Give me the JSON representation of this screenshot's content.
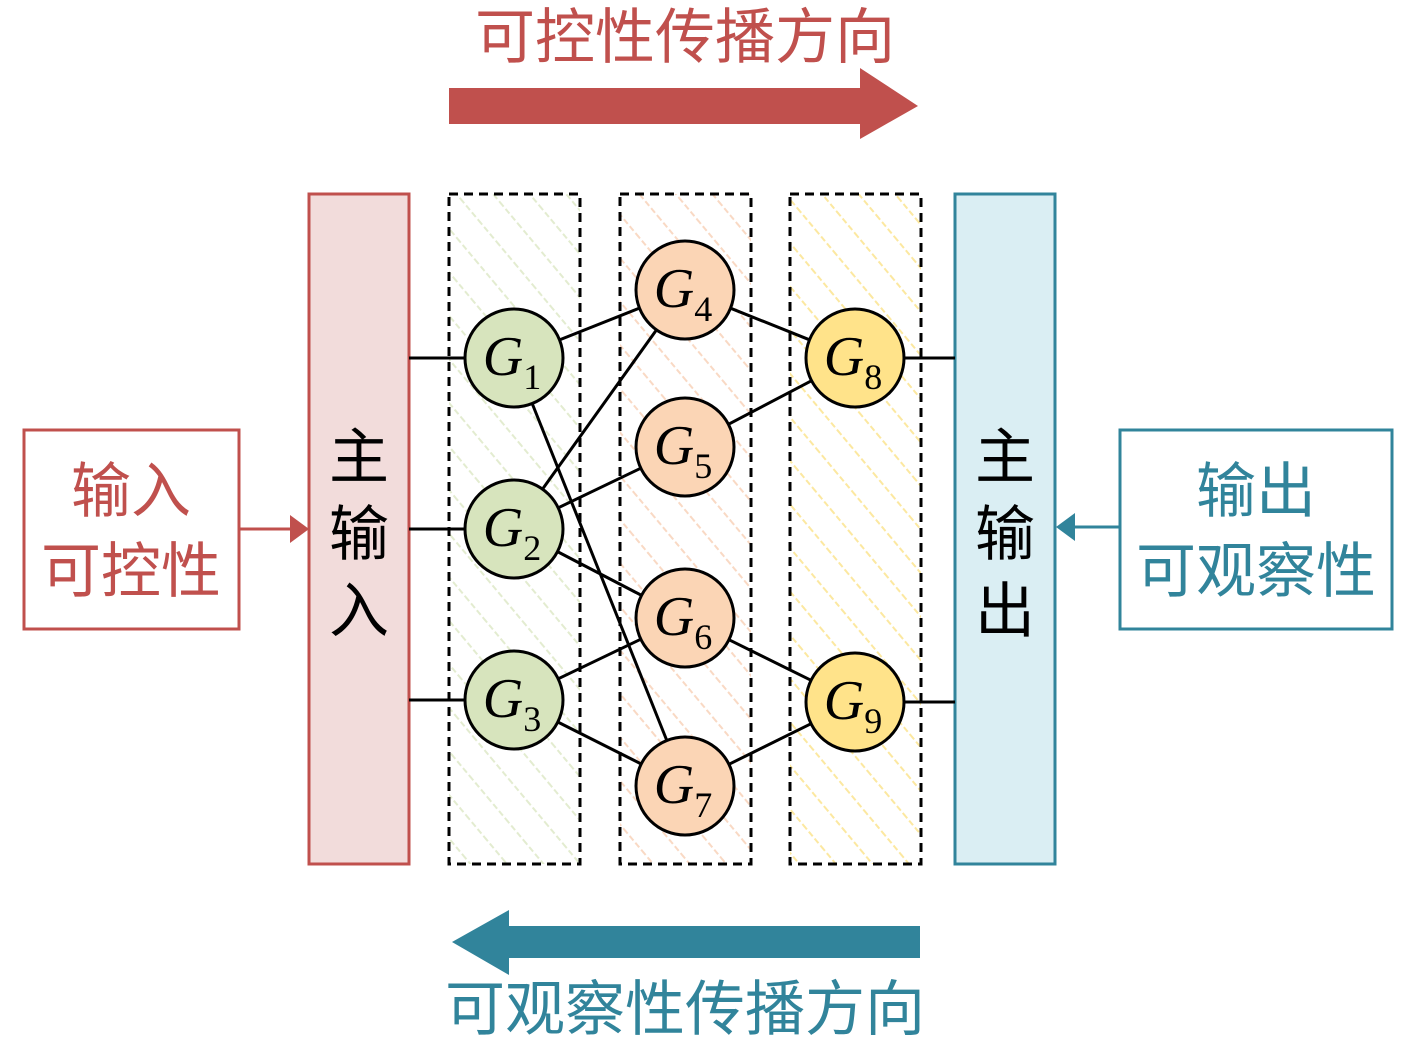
{
  "colors": {
    "controllability": "#c0504d",
    "controllability_fill": "#f2dcdb",
    "observability": "#31849b",
    "observability_fill": "#daeef3",
    "layer1": "#d7e4bd",
    "layer1_stroke": "#4f6228",
    "layer2": "#fbd5b5",
    "layer2_stroke": "#c0504d",
    "layer3": "#ffe38a",
    "layer3_stroke": "#b8860b",
    "hatch1": "#e3ecd0",
    "hatch2": "#f9d9c4",
    "hatch3": "#fce8a0"
  },
  "top_arrow_label": "可控性传播方向",
  "bottom_arrow_label": "可观察性传播方向",
  "left_box": {
    "line1": "输入",
    "line2": "可控性"
  },
  "right_box": {
    "line1": "输出",
    "line2": "可观察性"
  },
  "primary_input": [
    "主",
    "输",
    "入"
  ],
  "primary_output": [
    "主",
    "输",
    "出"
  ],
  "nodes": [
    {
      "id": "G1",
      "letter": "G",
      "sub": "1",
      "layer": 1
    },
    {
      "id": "G2",
      "letter": "G",
      "sub": "2",
      "layer": 1
    },
    {
      "id": "G3",
      "letter": "G",
      "sub": "3",
      "layer": 1
    },
    {
      "id": "G4",
      "letter": "G",
      "sub": "4",
      "layer": 2
    },
    {
      "id": "G5",
      "letter": "G",
      "sub": "5",
      "layer": 2
    },
    {
      "id": "G6",
      "letter": "G",
      "sub": "6",
      "layer": 2
    },
    {
      "id": "G7",
      "letter": "G",
      "sub": "7",
      "layer": 2
    },
    {
      "id": "G8",
      "letter": "G",
      "sub": "8",
      "layer": 3
    },
    {
      "id": "G9",
      "letter": "G",
      "sub": "9",
      "layer": 3
    }
  ],
  "edges": [
    [
      "PI",
      "G1"
    ],
    [
      "PI",
      "G2"
    ],
    [
      "PI",
      "G3"
    ],
    [
      "G1",
      "G4"
    ],
    [
      "G1",
      "G7"
    ],
    [
      "G2",
      "G4"
    ],
    [
      "G2",
      "G5"
    ],
    [
      "G2",
      "G6"
    ],
    [
      "G3",
      "G6"
    ],
    [
      "G3",
      "G7"
    ],
    [
      "G4",
      "G8"
    ],
    [
      "G5",
      "G8"
    ],
    [
      "G6",
      "G9"
    ],
    [
      "G7",
      "G9"
    ],
    [
      "G8",
      "PO"
    ],
    [
      "G9",
      "PO"
    ]
  ]
}
